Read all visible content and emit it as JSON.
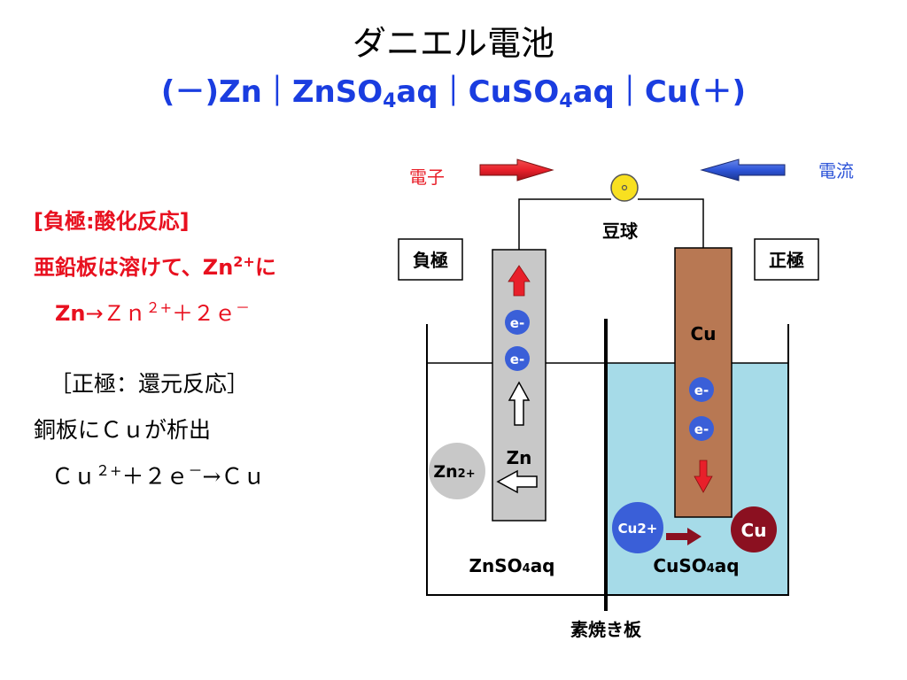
{
  "title": "ダニエル電池",
  "formula": {
    "prefix": "(－)Zn｜ZnSO",
    "sub1": "4",
    "mid": "aq｜CuSO",
    "sub2": "4",
    "suffix": "aq｜Cu(＋)"
  },
  "negative": {
    "heading": "[負極:酸化反応]",
    "desc_main": "亜鉛板は溶けて、Zn",
    "desc_sup": "2+",
    "desc_end": "に",
    "eq_lead": "Zn",
    "eq_main": "→Ｚｎ",
    "eq_sup": "２+",
    "eq_tail": "＋２ｅ",
    "eq_tail_sup": "－"
  },
  "positive": {
    "heading": "［正極：還元反応］",
    "desc": "銅板にＣｕが析出",
    "eq_main": "Ｃｕ",
    "eq_sup": "２+",
    "eq_mid": "＋２ｅ",
    "eq_mid_sup": "－",
    "eq_tail": "→Ｃｕ"
  },
  "diagram": {
    "electron_label": "電子",
    "current_label": "電流",
    "bulb_label": "豆球",
    "negative_box": "負極",
    "positive_box": "正極",
    "zn_electrode": "Zn",
    "cu_electrode": "Cu",
    "electron": "e-",
    "zn_ion_main": "Zn",
    "zn_ion_sup": "2+",
    "cu_ion": "Cu2+",
    "cu_atom": "Cu",
    "left_solution_main": "ZnSO",
    "left_solution_sub": "4",
    "left_solution_tail": "aq",
    "right_solution_main": "CuSO",
    "right_solution_sub": "4",
    "right_solution_tail": "aq",
    "separator": "素焼き板",
    "colors": {
      "electron_arrow": "#e8202a",
      "current_arrow": "#2e55d8",
      "solution": "#a6dbe8",
      "zinc_plate": "#c8c8c8",
      "copper_plate": "#b87853",
      "electron_ball": "#3a5fd8",
      "zn_ion_ball": "#c8c8c8",
      "cu_atom_ball": "#8b1020",
      "bulb": "#f8e020"
    }
  }
}
